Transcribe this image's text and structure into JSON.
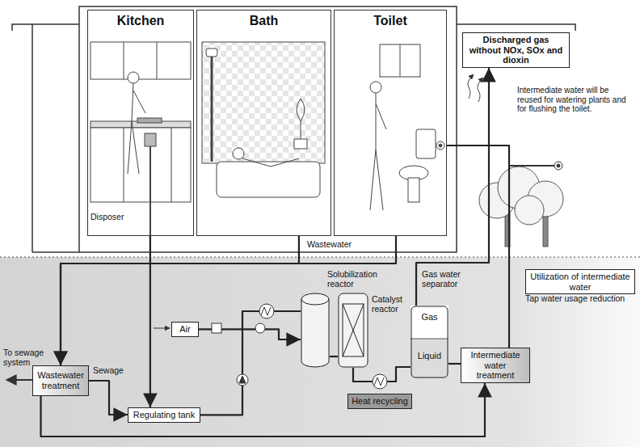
{
  "diagram": {
    "nodes": [
      {
        "text": [
          "Kitchen"
        ]
      },
      {
        "text": [
          "Bath"
        ]
      },
      {
        "text": [
          "Toilet"
        ]
      },
      {
        "text": [
          "Discharged gas without NOx, SOx and dioxin"
        ]
      },
      {
        "text": [
          "Wastewater treatment"
        ]
      },
      {
        "text": [
          "Regulating tank"
        ]
      },
      {
        "text": [
          "Air"
        ]
      },
      {
        "text": [
          "Solubilization reactor"
        ]
      },
      {
        "text": [
          "Catalyst reactor"
        ]
      },
      {
        "text": [
          "Gas water separator",
          "Gas",
          "Liquid"
        ]
      },
      {
        "text": [
          "Intermediate water treatment"
        ]
      },
      {
        "text": [
          "Heat recycling"
        ]
      },
      {
        "text": [
          "Utilization of intermediate water"
        ]
      }
    ],
    "edges": [
      {
        "from": 0,
        "to": 5,
        "arrow": "to"
      },
      {
        "from": 1,
        "to": 4,
        "arrow": "to"
      },
      {
        "from": 2,
        "to": 4,
        "arrow": "to"
      },
      {
        "from": 4,
        "to": 5,
        "label": "Sewage",
        "arrow": "to"
      },
      {
        "from": 5,
        "to": 7,
        "arrow": "none"
      },
      {
        "from": 7,
        "to": 8,
        "arrow": "none"
      },
      {
        "from": 8,
        "to": 9,
        "arrow": "none"
      },
      {
        "from": 9,
        "to": 10,
        "arrow": "none"
      },
      {
        "from": 9,
        "to": 3,
        "arrow": "to"
      },
      {
        "from": 10,
        "to": 2,
        "arrow": "none"
      },
      {
        "from": 4,
        "to": 10,
        "arrow": "to"
      },
      {
        "from": 6,
        "to": 7,
        "arrow": "to"
      }
    ],
    "labels": [
      "Disposer",
      "Wastewater",
      "Intermediate water will be reused for watering plants and for flushing the toilet.",
      "Tap water usage reduction",
      "To sewage system"
    ]
  }
}
